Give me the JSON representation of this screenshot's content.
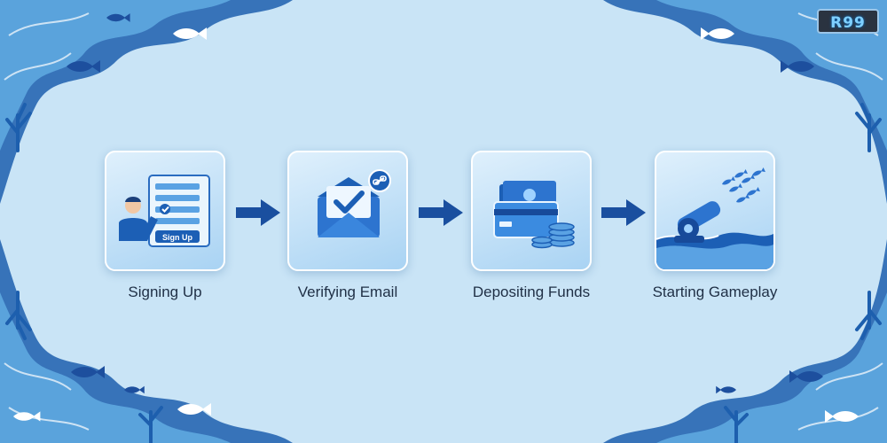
{
  "logo": {
    "text": "R99"
  },
  "steps": [
    {
      "label": "Signing Up",
      "icon": "sign-up-form-icon",
      "button_text": "Sign Up"
    },
    {
      "label": "Verifying Email",
      "icon": "email-verified-icon"
    },
    {
      "label": "Depositing Funds",
      "icon": "money-card-coins-icon"
    },
    {
      "label": "Starting Gameplay",
      "icon": "fish-cannon-icon"
    }
  ],
  "colors": {
    "background": "#c9e4f6",
    "accent": "#1c5fb5",
    "dark_blue": "#174a9a",
    "text": "#1f2f45"
  }
}
